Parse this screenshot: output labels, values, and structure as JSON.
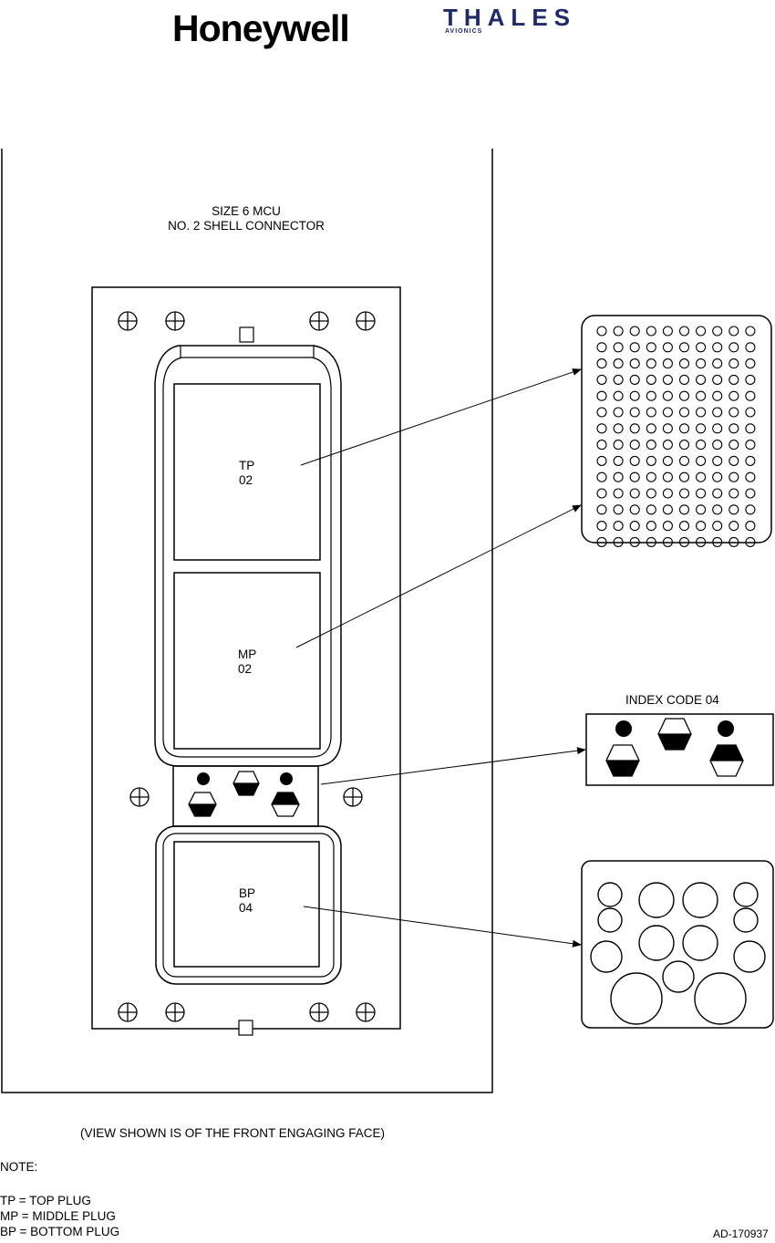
{
  "logos": {
    "honeywell": "Honeywell",
    "thales": "THALES",
    "thales_sub": "AVIONICS"
  },
  "header": {
    "line1": "SIZE 6 MCU",
    "line2": "NO. 2 SHELL CONNECTOR"
  },
  "plugs": {
    "tp": {
      "code": "TP",
      "number": "02"
    },
    "mp": {
      "code": "MP",
      "number": "02"
    },
    "bp": {
      "code": "BP",
      "number": "04"
    }
  },
  "index_code": "INDEX CODE 04",
  "view_caption": "(VIEW SHOWN IS OF THE FRONT ENGAGING FACE)",
  "notes": {
    "title": "NOTE:",
    "items": [
      "TP = TOP PLUG",
      "MP = MIDDLE PLUG",
      "BP = BOTTOM PLUG"
    ]
  },
  "drawing_id": "AD-170937",
  "pin_grid": {
    "columns": 10,
    "rows": 14
  }
}
